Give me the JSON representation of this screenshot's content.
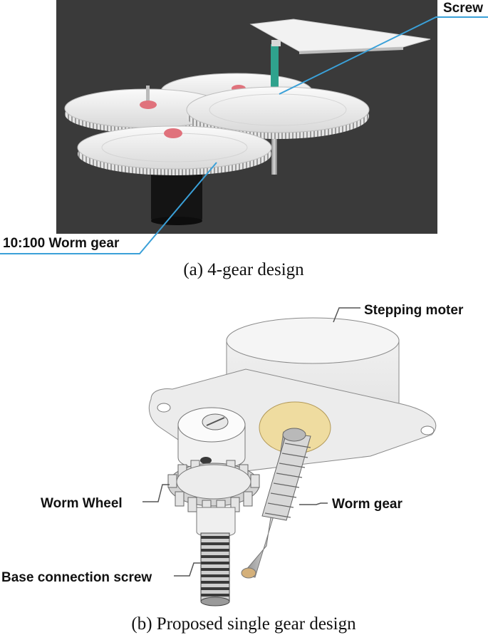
{
  "panel_a": {
    "caption": "(a) 4-gear design",
    "labels": {
      "screw": "Screw",
      "worm_gear": "10:100 Worm gear"
    }
  },
  "panel_b": {
    "caption": "(b) Proposed single gear design",
    "labels": {
      "stepping_motor": "Stepping moter",
      "worm_wheel": "Worm Wheel",
      "worm_gear": "Worm gear",
      "base_screw": "Base connection screw"
    }
  },
  "colors": {
    "background_a": "#3a3a3a",
    "gear_white": "#f2f2f2",
    "hub_red": "#e0727c",
    "shaft_teal": "#2fa28d",
    "leader_blue": "#3aa0d8",
    "motor_gold": "#efdca0"
  }
}
